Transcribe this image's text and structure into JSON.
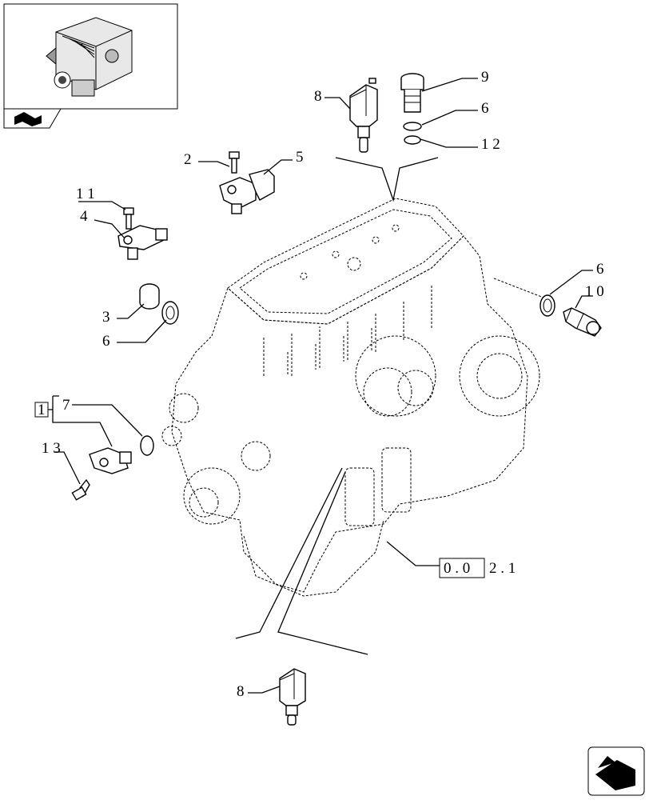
{
  "callouts": {
    "c8_top": "8",
    "c9": "9",
    "c6_top": "6",
    "c12": "1 2",
    "c2": "2",
    "c5": "5",
    "c11": "1 1",
    "c4": "4",
    "c3": "3",
    "c6_left": "6",
    "c6_right": "6",
    "c10": "1 0",
    "c1_box": "1",
    "c7": "7",
    "c13": "1 3",
    "c8_bottom": "8"
  },
  "reference": {
    "boxed": "0 . 0",
    "rest": "2 . 1"
  },
  "icons": {
    "thumbnail": "engine-thumbnail-icon",
    "page_arrow": "next-page-arrow-icon"
  }
}
